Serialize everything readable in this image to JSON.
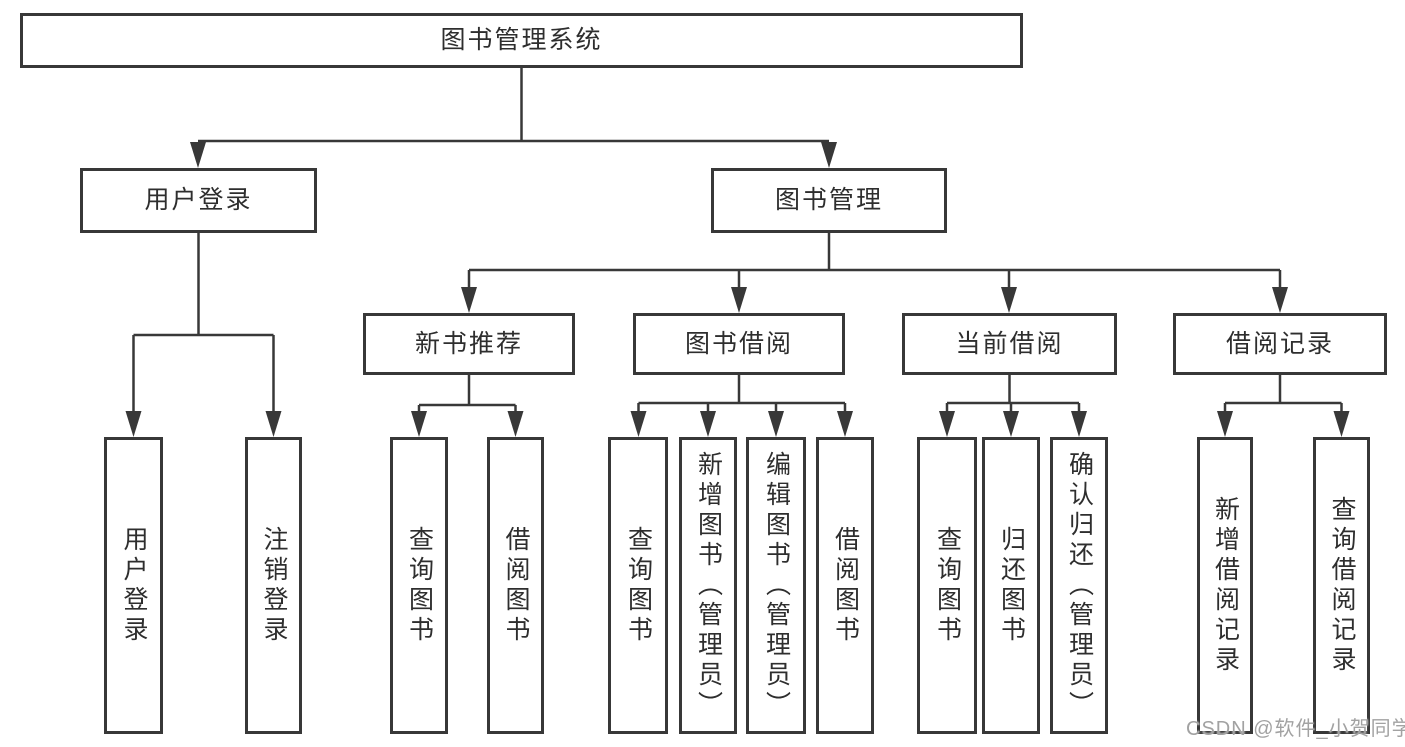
{
  "colors": {
    "background": "#ffffff",
    "line": "#383838",
    "box_border": "#383838",
    "text": "#2e2e2e",
    "watermark": "#a2a2a2"
  },
  "tree": {
    "label": "图书管理系统",
    "children": [
      {
        "label": "用户登录",
        "children": [
          {
            "label": "用户登录"
          },
          {
            "label": "注销登录"
          }
        ]
      },
      {
        "label": "图书管理",
        "children": [
          {
            "label": "新书推荐",
            "children": [
              {
                "label": "查询图书"
              },
              {
                "label": "借阅图书"
              }
            ]
          },
          {
            "label": "图书借阅",
            "children": [
              {
                "label": "查询图书"
              },
              {
                "label": "新增图书（管理员）"
              },
              {
                "label": "编辑图书（管理员）"
              },
              {
                "label": "借阅图书"
              }
            ]
          },
          {
            "label": "当前借阅",
            "children": [
              {
                "label": "查询图书"
              },
              {
                "label": "归还图书"
              },
              {
                "label": "确认归还（管理员）"
              }
            ]
          },
          {
            "label": "借阅记录",
            "children": [
              {
                "label": "新增借阅记录"
              },
              {
                "label": "查询借阅记录"
              }
            ]
          }
        ]
      }
    ]
  },
  "watermark": {
    "text": "CSDN @软件_小贺同学"
  }
}
